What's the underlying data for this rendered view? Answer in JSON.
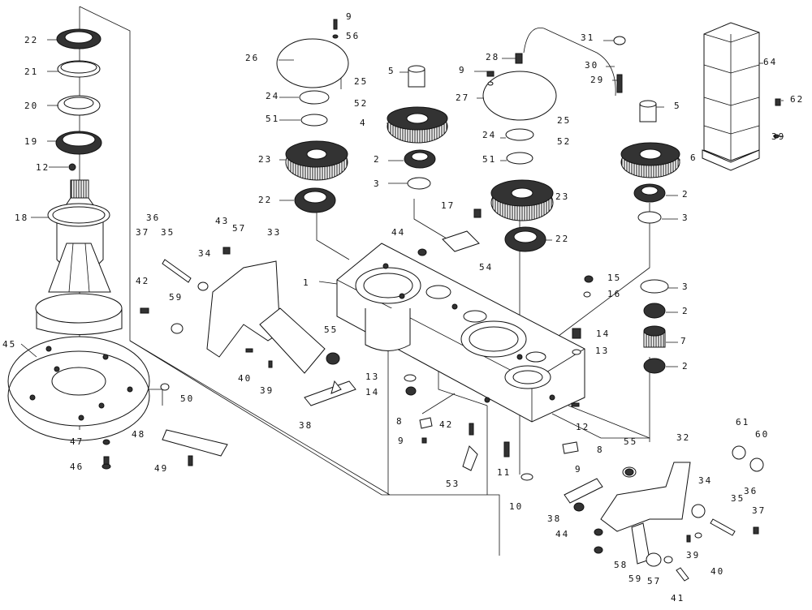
{
  "diagram": {
    "callouts": [
      "1",
      "2",
      "3",
      "4",
      "5",
      "6",
      "7",
      "8",
      "9",
      "10",
      "11",
      "12",
      "13",
      "14",
      "15",
      "16",
      "17",
      "18",
      "19",
      "20",
      "21",
      "22",
      "23",
      "24",
      "25",
      "26",
      "27",
      "28",
      "29",
      "30",
      "31",
      "32",
      "33",
      "34",
      "35",
      "36",
      "37",
      "38",
      "39",
      "40",
      "41",
      "42",
      "43",
      "44",
      "45",
      "46",
      "47",
      "48",
      "49",
      "50",
      "51",
      "52",
      "53",
      "54",
      "55",
      "56",
      "57",
      "58",
      "59",
      "60",
      "61",
      "62",
      "64"
    ]
  }
}
